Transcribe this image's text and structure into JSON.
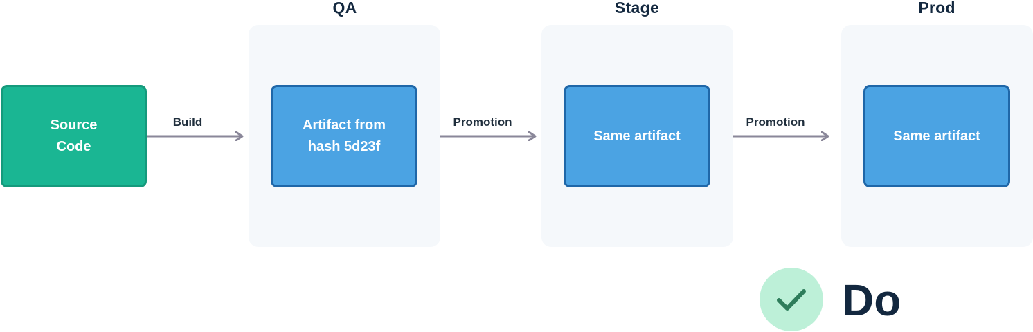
{
  "stages": [
    {
      "id": "qa",
      "title": "QA",
      "artifact": "Artifact from hash 5d23f"
    },
    {
      "id": "stage",
      "title": "Stage",
      "artifact": "Same artifact"
    },
    {
      "id": "prod",
      "title": "Prod",
      "artifact": "Same artifact"
    }
  ],
  "source": {
    "label": "Source Code"
  },
  "arrows": [
    {
      "from": "source",
      "to": "qa",
      "label": "Build"
    },
    {
      "from": "qa",
      "to": "stage",
      "label": "Promotion"
    },
    {
      "from": "stage",
      "to": "prod",
      "label": "Promotion"
    }
  ],
  "verdict": {
    "label": "Do",
    "icon": "checkmark-icon"
  },
  "colors": {
    "source_fill": "#1ab693",
    "artifact_fill": "#4ba3e3",
    "panel_fill": "#f5f8fb",
    "arrow": "#8a8799",
    "check_bg": "#bdf0d8",
    "check_mark": "#2e7d5b"
  }
}
